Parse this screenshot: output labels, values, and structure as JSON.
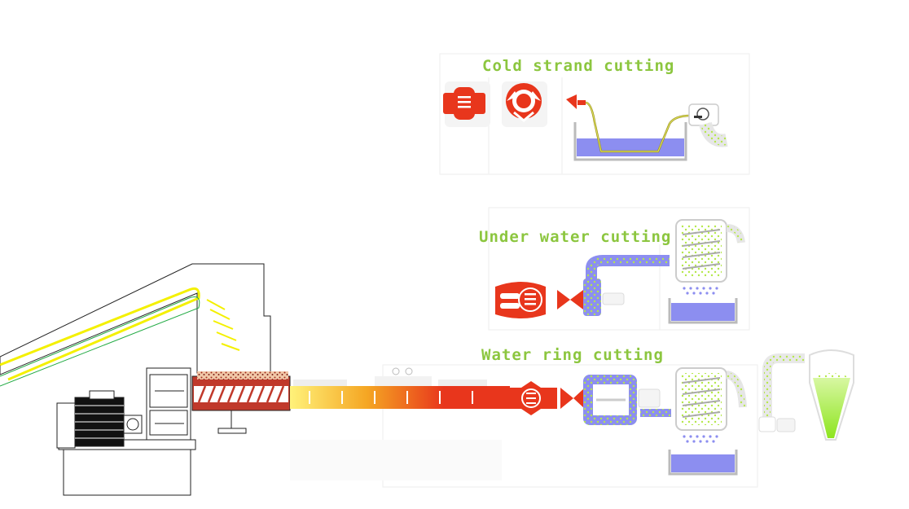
{
  "labels": {
    "cold_strand": "Cold strand cutting",
    "under_water": "Under water cutting",
    "water_ring": "Water ring cutting"
  },
  "colors": {
    "label_green": "#8cc63f",
    "die_red": "#e8361c",
    "water_blue": "#8c8ef0",
    "pellet_green": "#b5e84a",
    "barrel_red": "#c0392b",
    "hopper_yellow": "#f4f000",
    "outline": "#222222",
    "faint_box": "#e6e6e6"
  },
  "icons": {
    "motor": "electric-motor-icon",
    "gearbox": "gearbox-icon",
    "feeder": "screw-feeder-icon",
    "die": "die-head-icon",
    "cyclone": "cyclone-silo-icon"
  }
}
